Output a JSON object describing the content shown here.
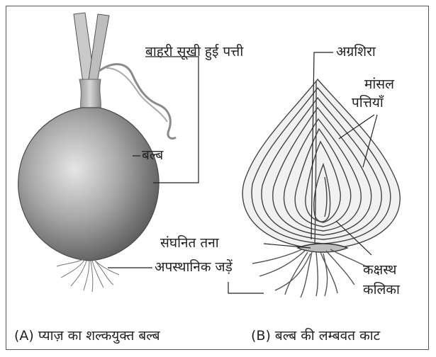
{
  "figure": {
    "onion": {
      "labels": {
        "outer_leaves": "बाहरी सूखी हुई पत्ती",
        "bulb": "बल्ब",
        "roots": "अपस्थानिक जड़ें"
      },
      "caption": "(A) प्याज़ का शल्कयुक्त बल्ब"
    },
    "section": {
      "labels": {
        "apex": "अग्रशिरा",
        "fleshy_leaves_line1": "मांसल",
        "fleshy_leaves_line2": "पत्तियाँ",
        "stem": "संघनित तना",
        "bud_line1": "कक्षस्थ",
        "bud_line2": "कलिका"
      },
      "caption": "(B) बल्ब की लम्बवत काट"
    }
  }
}
